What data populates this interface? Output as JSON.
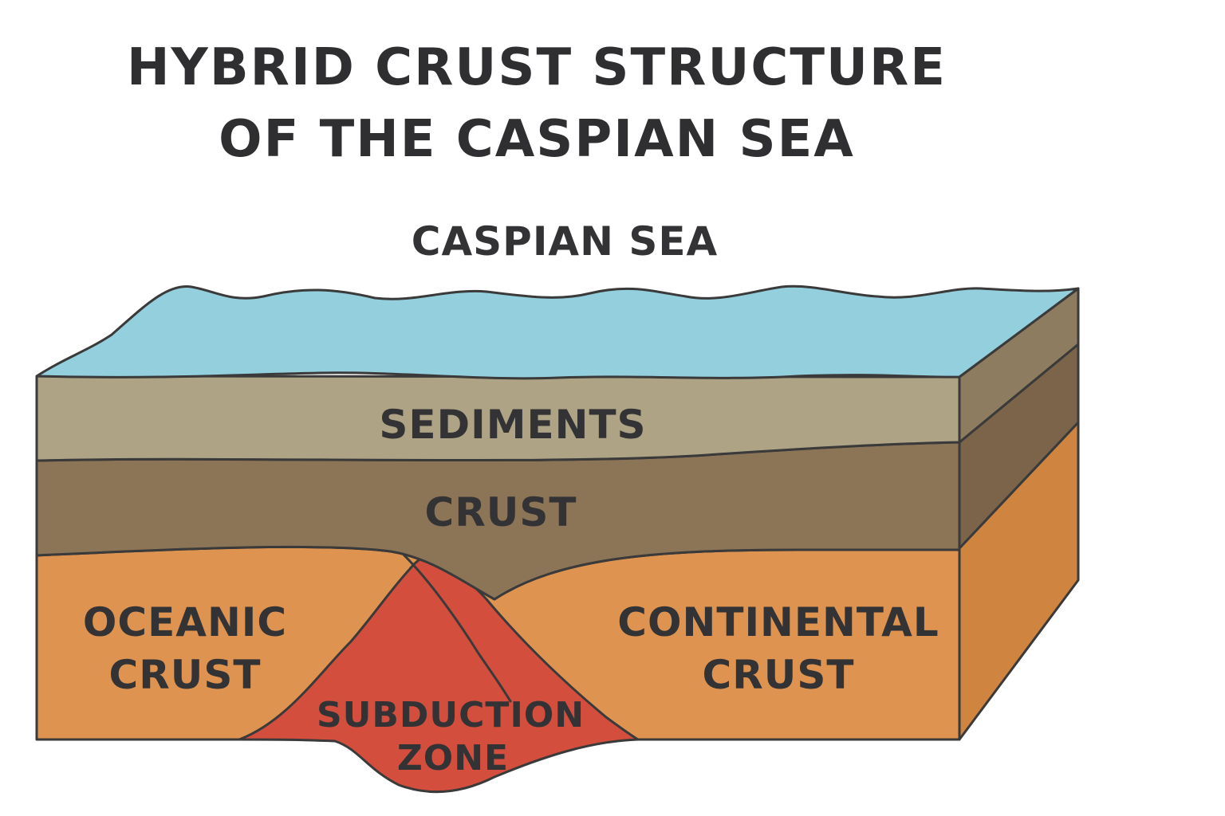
{
  "title": {
    "line1": "HYBRID CRUST STRUCTURE",
    "line2": "OF THE CASPIAN SEA"
  },
  "labels": {
    "sea": "CASPIAN SEA",
    "sediments": "SEDIMENTS",
    "crust": "CRUST",
    "oceanic_line1": "OCEANIC",
    "oceanic_line2": "CRUST",
    "continental_line1": "CONTINENTAL",
    "continental_line2": "CRUST",
    "subduction_line1": "SUBDUCTION",
    "subduction_line2": "ZONE"
  },
  "colors": {
    "water_top": "#93cfdc",
    "sediments_front": "#aea385",
    "sediments_side": "#8d7c5f",
    "crust_front": "#8c7457",
    "crust_side": "#7b6449",
    "lower_front": "#de9450",
    "lower_side": "#cf8440",
    "subduction": "#d44e3d",
    "outline": "#3a3a3a",
    "text": "#333336"
  }
}
